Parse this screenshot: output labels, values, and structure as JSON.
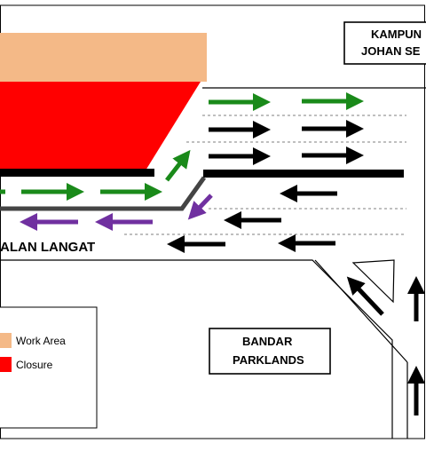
{
  "labels": {
    "top_right_line1": "KAMPUN",
    "top_right_line2": "JOHAN SE",
    "road_name": "ALAN LANGAT",
    "bandar_line1": "BANDAR",
    "bandar_line2": "PARKLANDS"
  },
  "legend": {
    "items": [
      {
        "label": "Work Area",
        "color": "#f4b987"
      },
      {
        "label": "Closure",
        "color": "#ff0000"
      }
    ]
  },
  "colors": {
    "work_area": "#f4b987",
    "closure": "#ff0000",
    "arrow_green": "#1a8a1a",
    "arrow_black": "#000000",
    "arrow_purple": "#7030a0",
    "barrier": "#000000",
    "divider_gray": "#444444"
  }
}
